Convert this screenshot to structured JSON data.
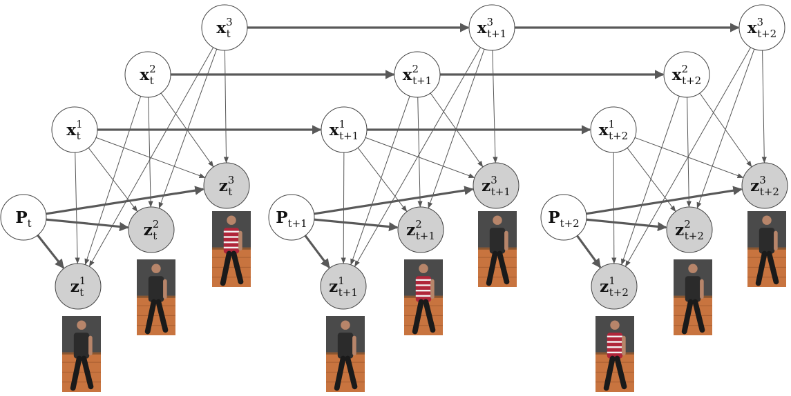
{
  "diagram": {
    "columns": [
      {
        "x_nodes": [
          {
            "symbol": "x",
            "sup": "1",
            "sub": "t"
          },
          {
            "symbol": "x",
            "sup": "2",
            "sub": "t"
          },
          {
            "symbol": "x",
            "sup": "3",
            "sub": "t"
          }
        ],
        "z_nodes": [
          {
            "symbol": "z",
            "sup": "1",
            "sub": "t"
          },
          {
            "symbol": "z",
            "sup": "2",
            "sub": "t"
          },
          {
            "symbol": "z",
            "sup": "3",
            "sub": "t"
          }
        ],
        "pose": {
          "symbol": "P",
          "sub": "t"
        }
      },
      {
        "x_nodes": [
          {
            "symbol": "x",
            "sup": "1",
            "sub": "t+1"
          },
          {
            "symbol": "x",
            "sup": "2",
            "sub": "t+1"
          },
          {
            "symbol": "x",
            "sup": "3",
            "sub": "t+1"
          }
        ],
        "z_nodes": [
          {
            "symbol": "z",
            "sup": "1",
            "sub": "t+1"
          },
          {
            "symbol": "z",
            "sup": "2",
            "sub": "t+1"
          },
          {
            "symbol": "z",
            "sup": "3",
            "sub": "t+1"
          }
        ],
        "pose": {
          "symbol": "P",
          "sub": "t+1"
        }
      },
      {
        "x_nodes": [
          {
            "symbol": "x",
            "sup": "1",
            "sub": "t+2"
          },
          {
            "symbol": "x",
            "sup": "2",
            "sub": "t+2"
          },
          {
            "symbol": "x",
            "sup": "3",
            "sub": "t+2"
          }
        ],
        "z_nodes": [
          {
            "symbol": "z",
            "sup": "1",
            "sub": "t+2"
          },
          {
            "symbol": "z",
            "sup": "2",
            "sub": "t+2"
          },
          {
            "symbol": "z",
            "sup": "3",
            "sub": "t+2"
          }
        ],
        "pose": {
          "symbol": "P",
          "sub": "t+2"
        }
      }
    ],
    "colors": {
      "observed_fill": "#d0d0d0",
      "latent_fill": "#ffffff",
      "edge": "#595959",
      "shirt_red": "#b0263a",
      "pavement": "#c8743f"
    }
  }
}
